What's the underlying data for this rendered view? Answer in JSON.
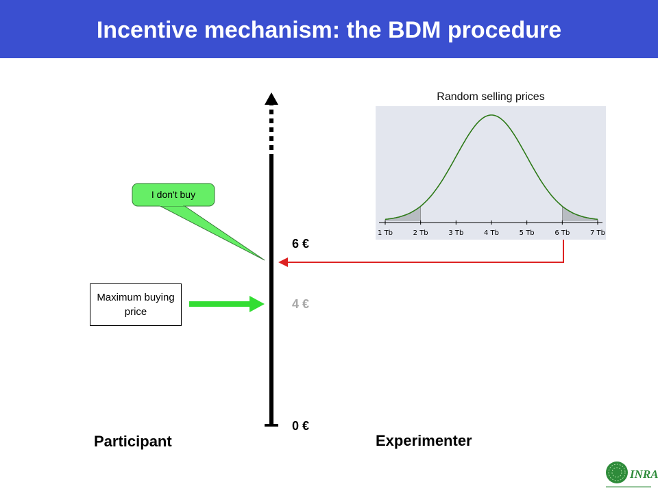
{
  "slide": {
    "title": "Incentive mechanism: the BDM procedure",
    "colors": {
      "header": "#3a4fd0",
      "green": "#33dd33",
      "red": "#dd2222",
      "plot_bg": "#e3e6ee",
      "curve": "#2e7a18"
    }
  },
  "axis": {
    "label_top": "6 €",
    "label_mid": "4 €",
    "label_bottom": "0 €"
  },
  "callout": {
    "text": "I don't buy"
  },
  "max_box": {
    "text": "Maximum buying price"
  },
  "roles": {
    "participant": "Participant",
    "experimenter": "Experimenter"
  },
  "distribution": {
    "title": "Random selling prices",
    "tick_labels": [
      "1 Tb",
      "2 Tb",
      "3 Tb",
      "4 Tb",
      "5 Tb",
      "6 Tb",
      "7 Tb"
    ]
  },
  "chart_data": {
    "type": "area",
    "title": "Random selling prices",
    "x": [
      1,
      2,
      3,
      4,
      5,
      6,
      7
    ],
    "categories": [
      "1 Tb",
      "2 Tb",
      "3 Tb",
      "4 Tb",
      "5 Tb",
      "6 Tb",
      "7 Tb"
    ],
    "distribution": "normal",
    "mean": 4,
    "std": 1,
    "shaded_tails": [
      [
        1,
        2
      ],
      [
        6,
        7
      ]
    ],
    "xlim": [
      1,
      7
    ]
  },
  "logo": {
    "text": "INRA",
    "icon": "inra-logo-icon"
  }
}
